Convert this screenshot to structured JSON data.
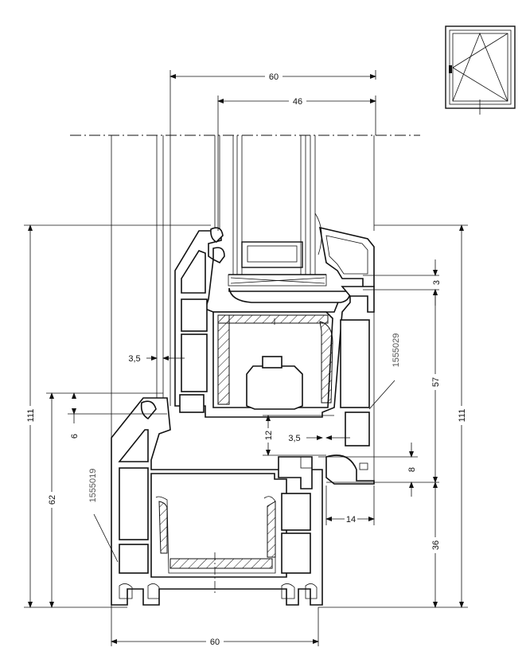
{
  "dimensions": {
    "top_width": "60",
    "glass_width": "46",
    "left_height": "111",
    "right_height": "111",
    "sash_offset": "3,5",
    "overlap": "6",
    "frame_height": "62",
    "gap_12": "12",
    "gap_3_5": "3,5",
    "top_gap": "3",
    "sash_height": "57",
    "bottom_gap": "8",
    "frame_depth": "14",
    "frame_lower": "36",
    "bottom_width": "60"
  },
  "parts": {
    "sash_profile": "1555029",
    "frame_profile": "1555019"
  }
}
